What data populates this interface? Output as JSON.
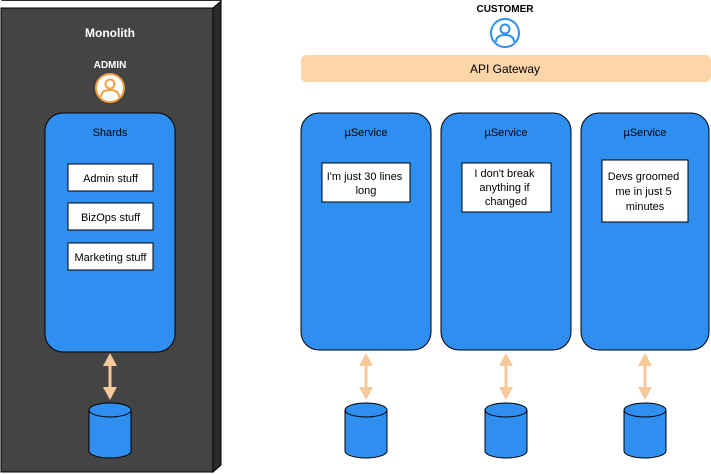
{
  "monolith": {
    "title": "Monolith",
    "admin_label": "ADMIN",
    "shards_title": "Shards",
    "items": [
      {
        "label": "Admin stuff"
      },
      {
        "label": "BizOps stuff"
      },
      {
        "label": "Marketing stuff"
      }
    ]
  },
  "customer": {
    "label": "CUSTOMER"
  },
  "gateway": {
    "label": "API Gateway"
  },
  "services": [
    {
      "title": "µService",
      "note_lines": [
        "I'm just 30 lines",
        "long"
      ]
    },
    {
      "title": "µService",
      "note_lines": [
        "I don't break",
        "anything if",
        "changed"
      ]
    },
    {
      "title": "µService",
      "note_lines": [
        "Devs groomed",
        "me in just 5",
        "minutes"
      ]
    }
  ],
  "colors": {
    "monolith_bg": "#444444",
    "monolith_3d": "#2b2b2b",
    "service_blue": "#2f8ff0",
    "service_stroke": "#000000",
    "gateway_fill": "#fcd5a8",
    "arrow": "#f5c99a",
    "admin_icon": "#f0a040",
    "customer_icon": "#2f8ff0"
  },
  "icons": {
    "admin": "user-circle-icon",
    "customer": "user-circle-icon",
    "database": "database-cylinder-icon"
  }
}
